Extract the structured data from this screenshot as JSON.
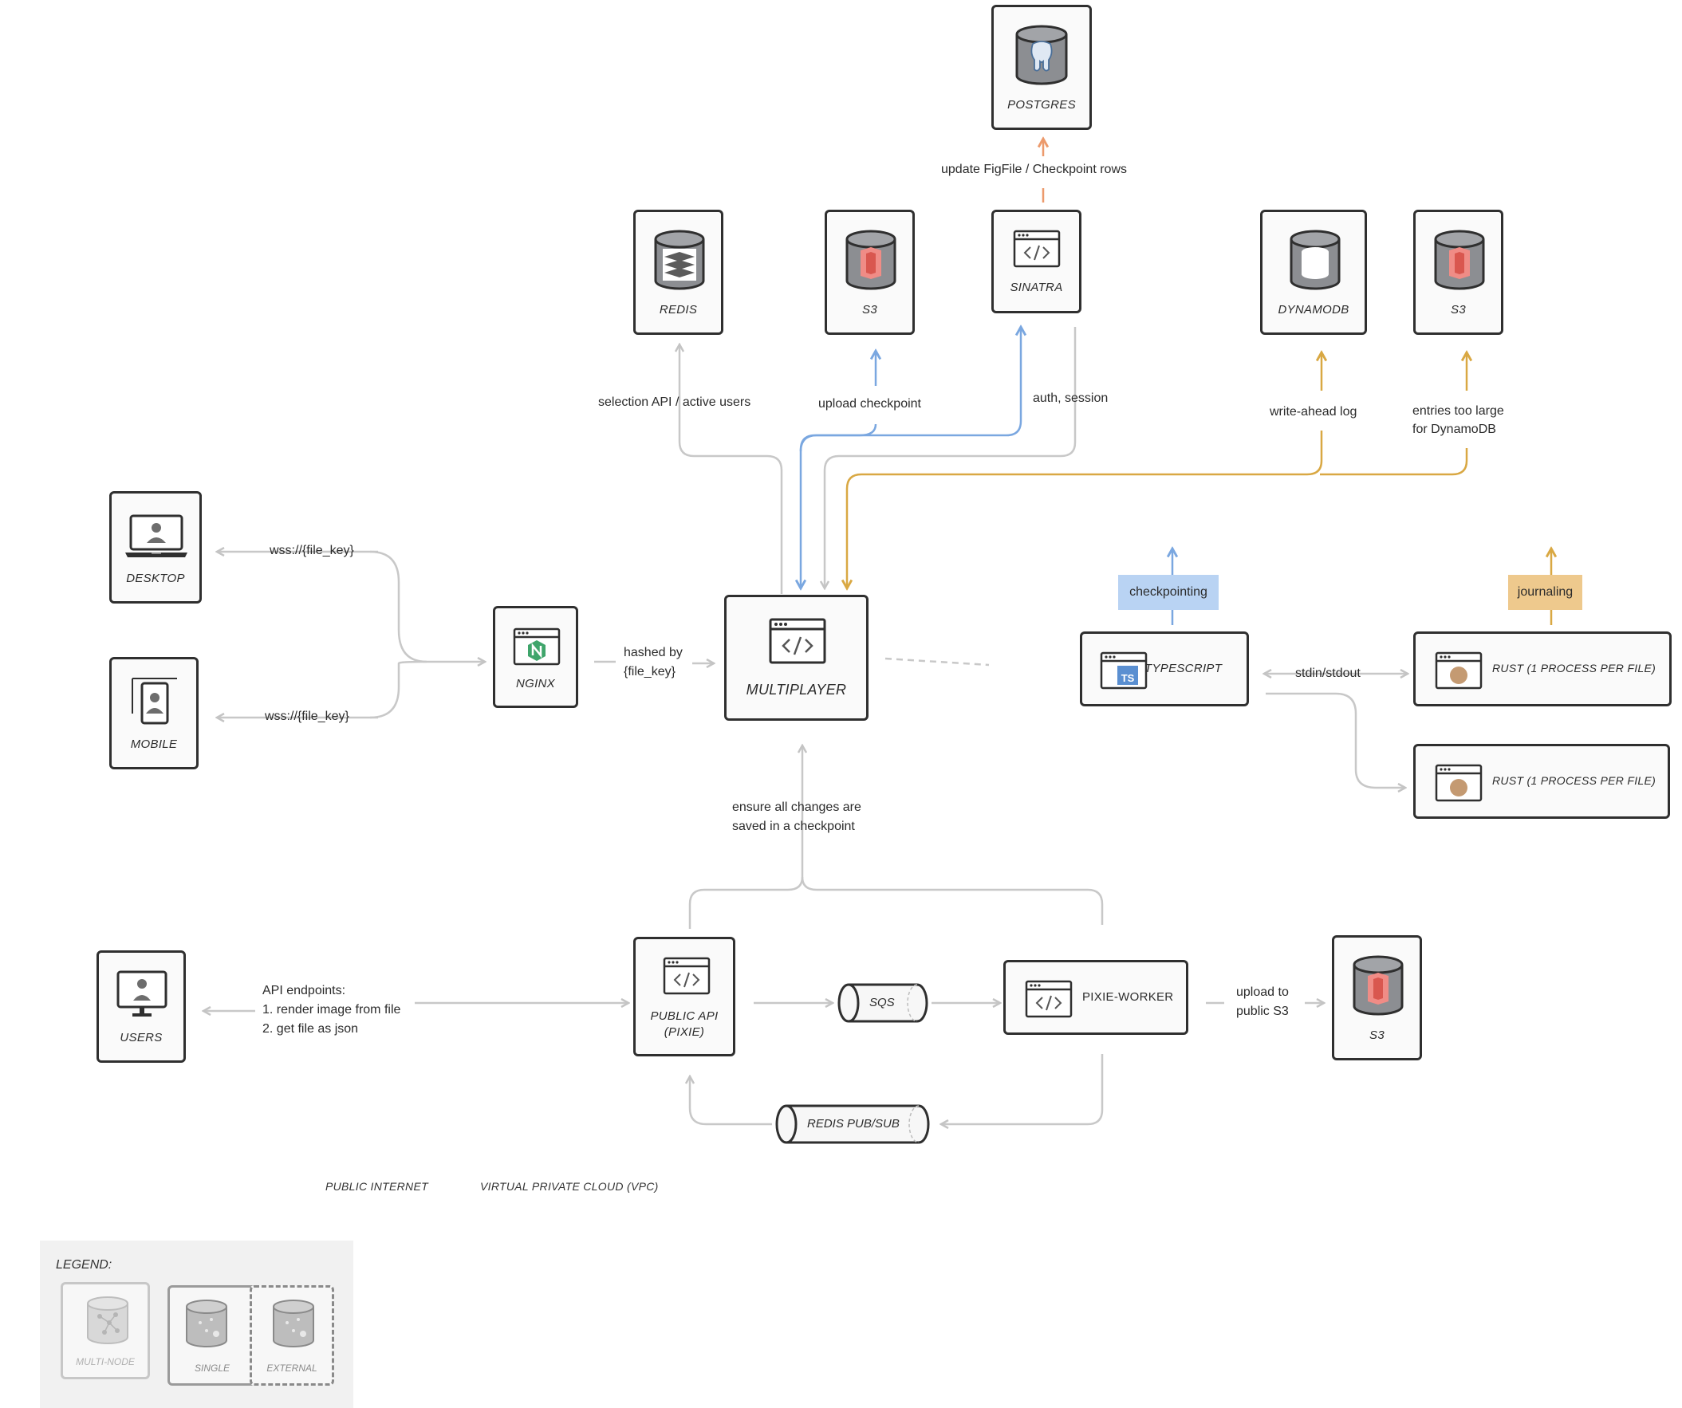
{
  "nodes": {
    "postgres": "POSTGRES",
    "redis": "REDIS",
    "s3_checkpoint": "S3",
    "sinatra": "SINATRA",
    "dynamodb": "DYNAMODB",
    "s3_journal": "S3",
    "desktop": "DESKTOP",
    "mobile": "MOBILE",
    "nginx": "NGINX",
    "multiplayer": "MULTIPLAYER",
    "typescript": "TYPESCRIPT",
    "rust_1": "RUST (1 PROCESS PER FILE)",
    "rust_2": "RUST (1 PROCESS PER FILE)",
    "users": "USERS",
    "public_api_line1": "PUBLIC API",
    "public_api_line2": "(PIXIE)",
    "sqs": "SQS",
    "pixie_worker": "PIXIE-WORKER",
    "s3_public": "S3",
    "redis_pubsub": "REDIS PUB/SUB"
  },
  "edge_labels": {
    "update_rows": "update FigFile / Checkpoint rows",
    "selection_api": "selection API / active users",
    "upload_checkpoint": "upload checkpoint",
    "auth_session": "auth, session",
    "write_ahead": "write-ahead log",
    "entries_line1": "entries too large",
    "entries_line2": "for DynamoDB",
    "wss_desktop": "wss://{file_key}",
    "wss_mobile": "wss://{file_key}",
    "hashed_line1": "hashed by",
    "hashed_line2": "{file_key}",
    "stdin_stdout": "stdin/stdout",
    "ensure_line1": "ensure all changes are",
    "ensure_line2": "saved in a checkpoint",
    "api_line1": "API endpoints:",
    "api_line2": "1. render image from file",
    "api_line3": "2. get file as json",
    "upload_public_line1": "upload to",
    "upload_public_line2": "public S3"
  },
  "tags": {
    "checkpointing": "checkpointing",
    "journaling": "journaling"
  },
  "zones": {
    "public_internet": "PUBLIC INTERNET",
    "vpc": "VIRTUAL PRIVATE CLOUD (VPC)"
  },
  "legend": {
    "title": "LEGEND:",
    "multi_node": "MULTI-NODE",
    "single": "SINGLE",
    "external": "EXTERNAL"
  },
  "colors": {
    "blue": "#7aa7e0",
    "gold": "#d9a843",
    "orange": "#ec9a6c",
    "gray_line": "#c8c8c8",
    "blue_tag": "#b9d3f3",
    "gold_tag": "#eec98d"
  }
}
